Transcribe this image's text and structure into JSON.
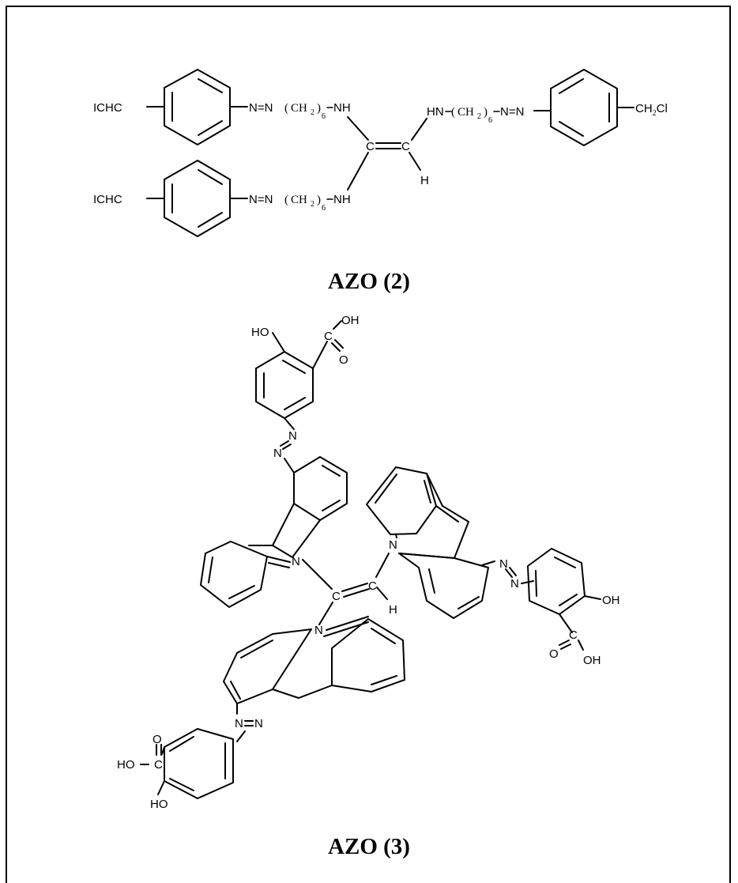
{
  "azo2": {
    "caption": "AZO (2)",
    "labels": {
      "ich2c": "ICH",
      "c_right": "C",
      "two": "2",
      "n_eq_n": "N=N",
      "ch2": "CH",
      "six": "6",
      "nh": "NH",
      "hn": "HN",
      "c": "C",
      "h": "H",
      "ch2cl": "CH",
      "cl": "Cl"
    }
  },
  "azo3": {
    "caption": "AZO (3)",
    "labels": {
      "ho": "HO",
      "oh": "OH",
      "o": "O",
      "c": "C",
      "n": "N",
      "h": "H"
    }
  }
}
